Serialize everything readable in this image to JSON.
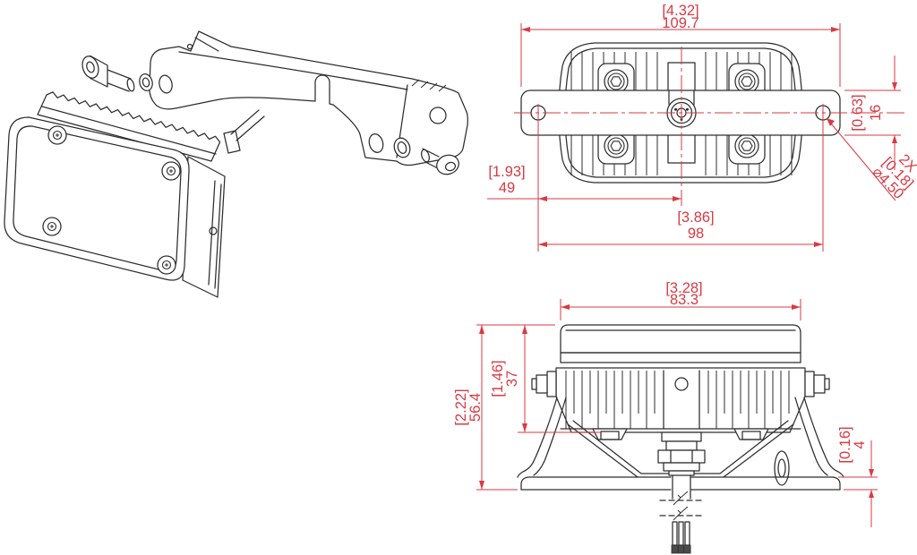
{
  "colors": {
    "dimension_red": "#d93a43",
    "line_dark": "#2d2d2d",
    "background": "#ffffff"
  },
  "views": {
    "top": {
      "dim_overall_width": {
        "in": "[4.32]",
        "mm": "109.7"
      },
      "dim_bracket_height": {
        "in": "[0.63]",
        "mm": "16"
      },
      "dim_hole_offset": {
        "in": "[1.93]",
        "mm": "49"
      },
      "dim_hole_spacing": {
        "in": "[3.86]",
        "mm": "98"
      },
      "note_holes": {
        "qty": "2X",
        "in": "[0.18]",
        "dia": "⌀4.50"
      }
    },
    "front": {
      "dim_lens_width": {
        "in": "[3.28]",
        "mm": "83.3"
      },
      "dim_overall_height": {
        "in": "[2.22]",
        "mm": "56.4"
      },
      "dim_body_height": {
        "in": "[1.46]",
        "mm": "37"
      },
      "dim_base_thickness": {
        "in": "[0.16]",
        "mm": "4"
      }
    }
  }
}
